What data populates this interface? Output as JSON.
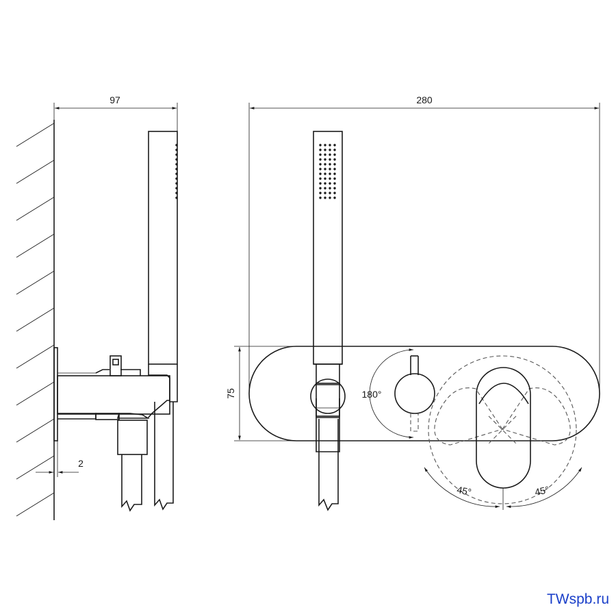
{
  "dimensions": {
    "side_depth": "97",
    "front_width": "280",
    "front_height": "75",
    "plate_gap": "2"
  },
  "angles": {
    "handle_rotation": "180°",
    "lever_left": "45°",
    "lever_right": "45°"
  },
  "watermark": {
    "text": "TWspb.ru",
    "color": "#1a3fc9"
  }
}
